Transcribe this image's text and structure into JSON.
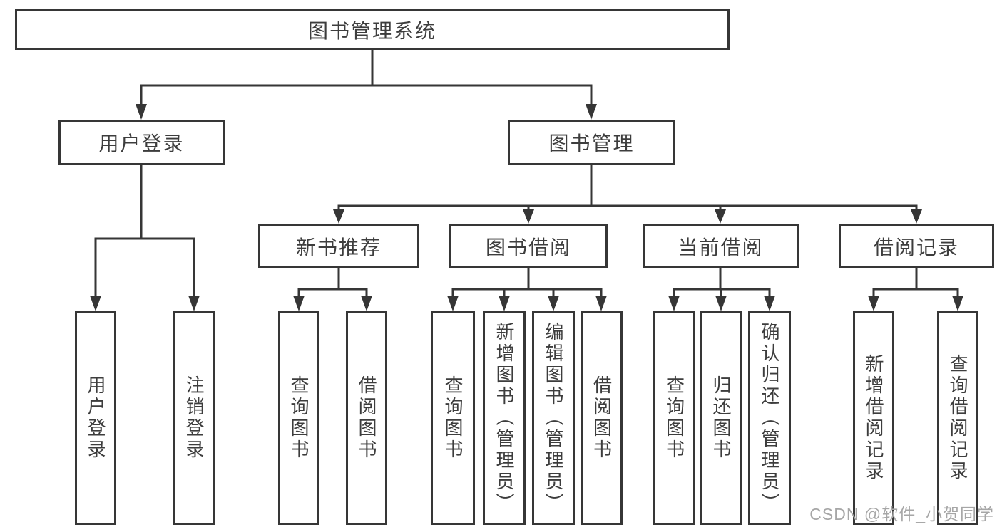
{
  "title": "图书管理系统",
  "watermark": "CSDN @软件_小贺同学",
  "colors": {
    "line": "#363636",
    "text": "#3d3d3d",
    "watermark": "#a6a6a6",
    "background": "#ffffff"
  },
  "nodes": {
    "root": {
      "label": "图书管理系统"
    },
    "user_login": {
      "label": "用户登录"
    },
    "book_mgmt": {
      "label": "图书管理"
    },
    "new_book": {
      "label": "新书推荐"
    },
    "book_borrow": {
      "label": "图书借阅"
    },
    "current_borrow": {
      "label": "当前借阅"
    },
    "borrow_record": {
      "label": "借阅记录"
    },
    "user_login_leaf": {
      "label": "用户登录"
    },
    "logout_leaf": {
      "label": "注销登录"
    },
    "newbook_query": {
      "label": "查询图书"
    },
    "newbook_borrow": {
      "label": "借阅图书"
    },
    "borrow_query": {
      "label": "查询图书"
    },
    "borrow_add": {
      "label": "新增图书（管理员）"
    },
    "borrow_edit": {
      "label": "编辑图书（管理员）"
    },
    "borrow_borrow": {
      "label": "借阅图书"
    },
    "current_query": {
      "label": "查询图书"
    },
    "current_return": {
      "label": "归还图书"
    },
    "current_confirm": {
      "label": "确认归还（管理员）"
    },
    "record_add": {
      "label": "新增借阅记录"
    },
    "record_query": {
      "label": "查询借阅记录"
    }
  }
}
